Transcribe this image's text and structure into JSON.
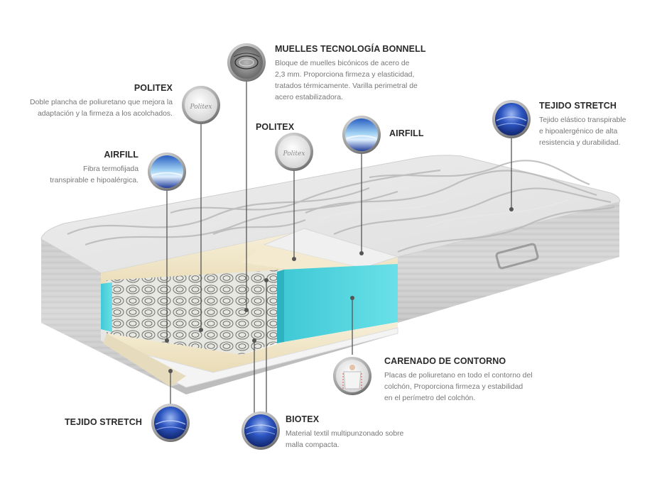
{
  "labels": {
    "bonnell": {
      "title": "MUELLES TECNOLOGÍA BONNELL",
      "lines": [
        "Bloque de muelles bicónicos de acero de",
        "2,3 mm. Proporciona firmeza y elasticidad,",
        "tratados térmicamente. Varilla perimetral de",
        "acero estabilizadora."
      ]
    },
    "politex_left": {
      "title": "POLITEX",
      "lines": [
        "Doble plancha de poliuretano que mejora la",
        "adaptación y la firmeza a los acolchados."
      ]
    },
    "politex_mid": {
      "title": "POLITEX"
    },
    "airfill_right": {
      "title": "AIRFILL"
    },
    "tejido_right": {
      "title": "TEJIDO STRETCH",
      "lines": [
        "Tejido elástico transpirable",
        "e hipoalergénico de alta",
        "resistencia y durabilidad."
      ]
    },
    "airfill_left": {
      "title": "AIRFILL",
      "lines": [
        "Fibra termofijada",
        "transpirable e hipoalérgica."
      ]
    },
    "carenado": {
      "title": "CARENADO DE CONTORNO",
      "lines": [
        "Placas de poliuretano en todo el contorno del",
        "colchón, Proporciona firmeza y estabilidad",
        "en el perímetro del colchón."
      ]
    },
    "tejido_left": {
      "title": "TEJIDO STRETCH"
    },
    "biotex": {
      "title": "BIOTEX",
      "lines": [
        "Material textil multipunzonado sobre",
        "malla compacta."
      ]
    }
  },
  "swatches": {
    "politex_mark": "Politex"
  },
  "colors": {
    "foam_cyan": "#52d6e0",
    "cream": "#f1e6c8",
    "fabric": "#d7d7d7",
    "stretch_blue": "#1f3f9e",
    "leader": "#555555"
  }
}
